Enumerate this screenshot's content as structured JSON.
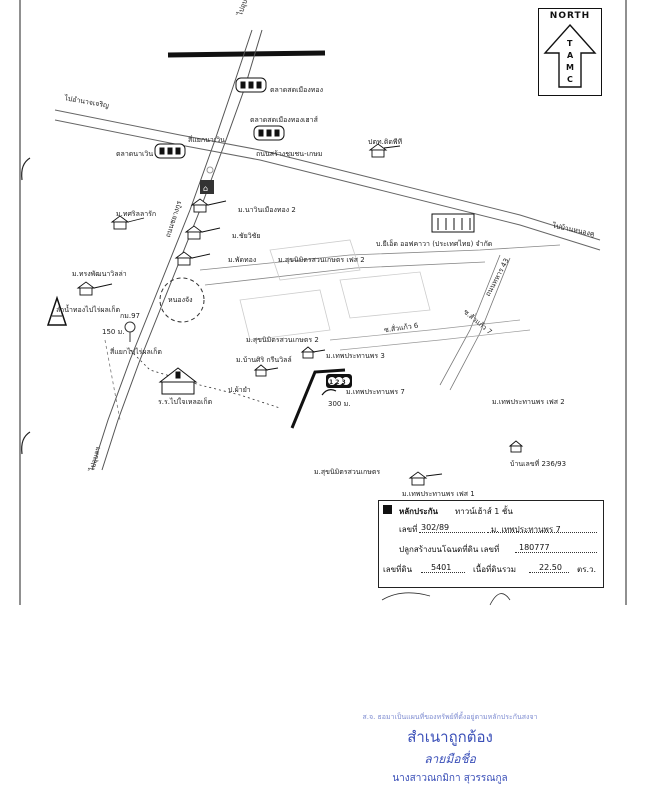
{
  "north": {
    "title": "NORTH",
    "letters": [
      "T",
      "A",
      "M",
      "C"
    ]
  },
  "labels": {
    "to_ubon": "ไปอุบลฯ",
    "to_ubon_bottom": "ไปอุบลฯ",
    "to_amnat": "ไปอำนาจเจริญ",
    "market_muang": "ตลาดสดเมืองทอง",
    "market_tawee": "ตลาดสดเมืองทองเฮาส์",
    "market_lao": "ตลาดนาเวิน",
    "intersection": "สี่แยกนาเวิน",
    "road_det": "ถนนสร้างชุมชน-เกษม",
    "road_name_vertical": "ถนนชยางกูร",
    "ptt_station": "ปตท.ติดพีที",
    "moo_ubon": "ม.ทศริลลารัก",
    "moo_nawin": "ม.นาวินเมืองทอง 2",
    "moo_chaisak": "ม.ชัยวิชัย",
    "moo_somsong": "ม.ทรงพัฒนาวิลล่า",
    "moo_phanthong": "ม.พัดทอง",
    "moo_sukho": "ม.สุขนิมิตรสวนเกษตร เฟส 2",
    "mountain_label": "ลำน้ำทองไปไร่ผลเก็ต",
    "km97": "กม.97",
    "dist150": "150 ม.",
    "sign_yaek": "สี่แยกไปไร่ผลเก็ต",
    "pond": "หนองจัง",
    "company": "บ.ยีเอ็ด ออฟคาวา (ประเทศไทย) จำกัด",
    "to_vertical_road": "ไปบ้านหนองคู",
    "soi_left": "ซ.สั่วแก้ว 6",
    "soi_right": "ซ.สั่วแก้ว 7",
    "road_right_diag": "ถนนทหาร 43",
    "moo_sukho2": "ม.สุขนิมิตรสวนเกษตร 2",
    "moo_thepprathan3": "ม.เทพประทานพร 3",
    "moo_banyasiri": "ม.บ้านศิริ กรีนวิลล์",
    "school": "ร.ร.ไปใจเหลอเก็ต",
    "gate": "ป.ผ้ายำ",
    "moo_thepprathan7": "ม.เทพประทานพร 7",
    "dist300": "300 ม.",
    "moo_thepprathan2": "ม.เทพประทานพร เฟส 2",
    "house_no": "บ้านเลขที่ 236/93",
    "moo_sukho_main": "ม.สุขนิมิตรสวนเกษตร",
    "moo_thepprathan1": "ม.เทพประทานพร เฟส 1",
    "marker_numbers": "1 2 3"
  },
  "legend": {
    "header_label": "หลักประกัน",
    "header_value": "ทาวน์เฮ้าส์ 1 ชั้น",
    "number_label": "เลขที่",
    "number_value": "302/89",
    "village_label": "ม. เทพประทานพร 7",
    "deed_label": "ปลูกสร้างบนโฉนดที่ดิน เลขที่",
    "deed_value": "180777",
    "land_label": "เลขที่ดิน",
    "land_value": "5401",
    "area_label": "เนื้อที่ดินรวม",
    "area_value": "22.50",
    "area_unit": "ตร.ว."
  },
  "stamp": {
    "line1": "ส.จ. ธอมาเป็นแผนที่ของทรัพย์ที่ตั้งอยู่ตามหลักประกันสงจา",
    "line2": "สำเนาถูกต้อง",
    "line3": "ลายมือชื่อ",
    "line4": "นางสาวณกมิกา สุวรรณกูล"
  },
  "colors": {
    "ink": "#111111",
    "stamp_blue": "#3a4fb8",
    "paper": "#ffffff"
  }
}
